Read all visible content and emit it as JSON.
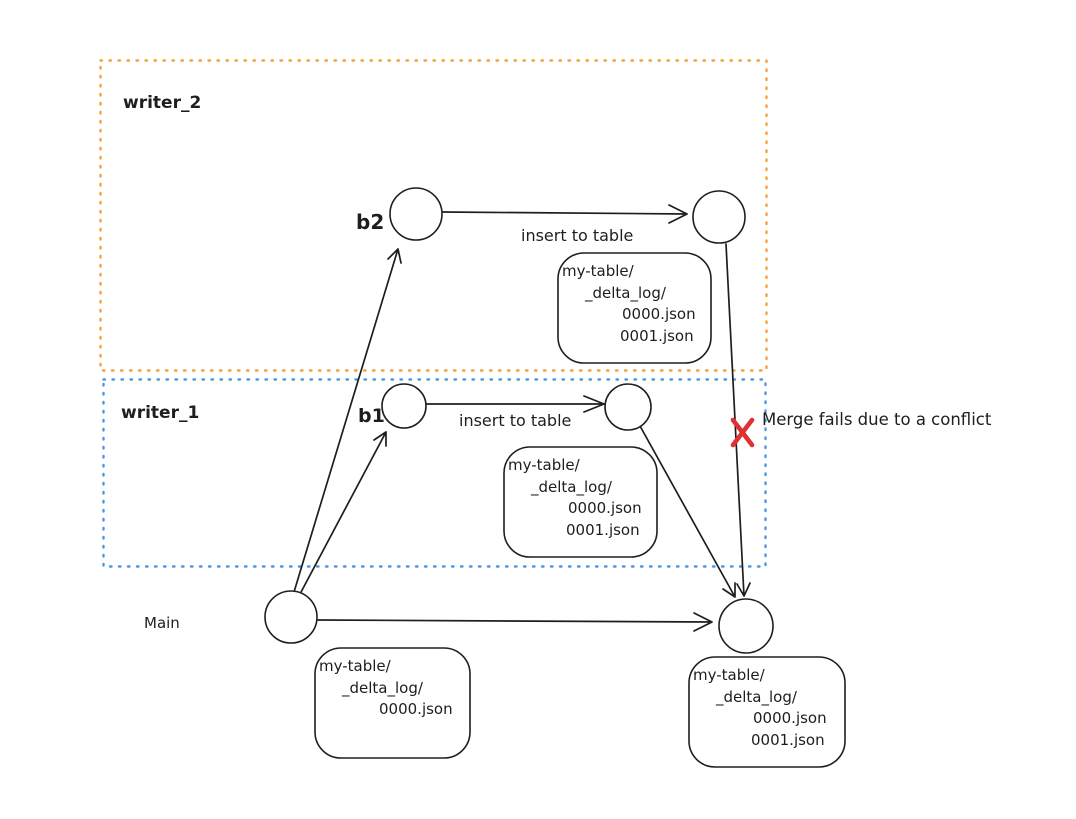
{
  "colors": {
    "ink": "#1e1e1e",
    "orange": "#f08c00",
    "orange_border": "#f4a13b",
    "blue": "#1971c2",
    "blue_border": "#4e96e4",
    "red": "#e03131"
  },
  "lanes": {
    "writer_2": "writer_2",
    "writer_1": "writer_1",
    "main": "Main"
  },
  "branches": {
    "b2": "b2",
    "b1": "b1"
  },
  "edge_labels": {
    "writer_2_insert": "insert to table",
    "writer_1_insert": "insert to table"
  },
  "conflict_message": "Merge fails due to a conflict",
  "file_boxes": {
    "writer_2": {
      "lines": [
        {
          "text": "my-table/",
          "color": "#1e1e1e"
        },
        {
          "text": "_delta_log/",
          "color": "#1e1e1e"
        },
        {
          "text": "0000.json",
          "color": "#1e1e1e"
        },
        {
          "text": "0001.json",
          "color": "#f08c00"
        }
      ]
    },
    "writer_1": {
      "lines": [
        {
          "text": "my-table/",
          "color": "#1e1e1e"
        },
        {
          "text": "_delta_log/",
          "color": "#1e1e1e"
        },
        {
          "text": "0000.json",
          "color": "#1e1e1e"
        },
        {
          "text": "0001.json",
          "color": "#1971c2"
        }
      ]
    },
    "main_initial": {
      "lines": [
        {
          "text": "my-table/",
          "color": "#1e1e1e"
        },
        {
          "text": "_delta_log/",
          "color": "#1e1e1e"
        },
        {
          "text": "0000.json",
          "color": "#1e1e1e"
        }
      ]
    },
    "main_merged": {
      "lines": [
        {
          "text": "my-table/",
          "color": "#1e1e1e"
        },
        {
          "text": "_delta_log/",
          "color": "#1e1e1e"
        },
        {
          "text": "0000.json",
          "color": "#1e1e1e"
        },
        {
          "text": "0001.json",
          "color": "#1971c2"
        }
      ]
    }
  }
}
